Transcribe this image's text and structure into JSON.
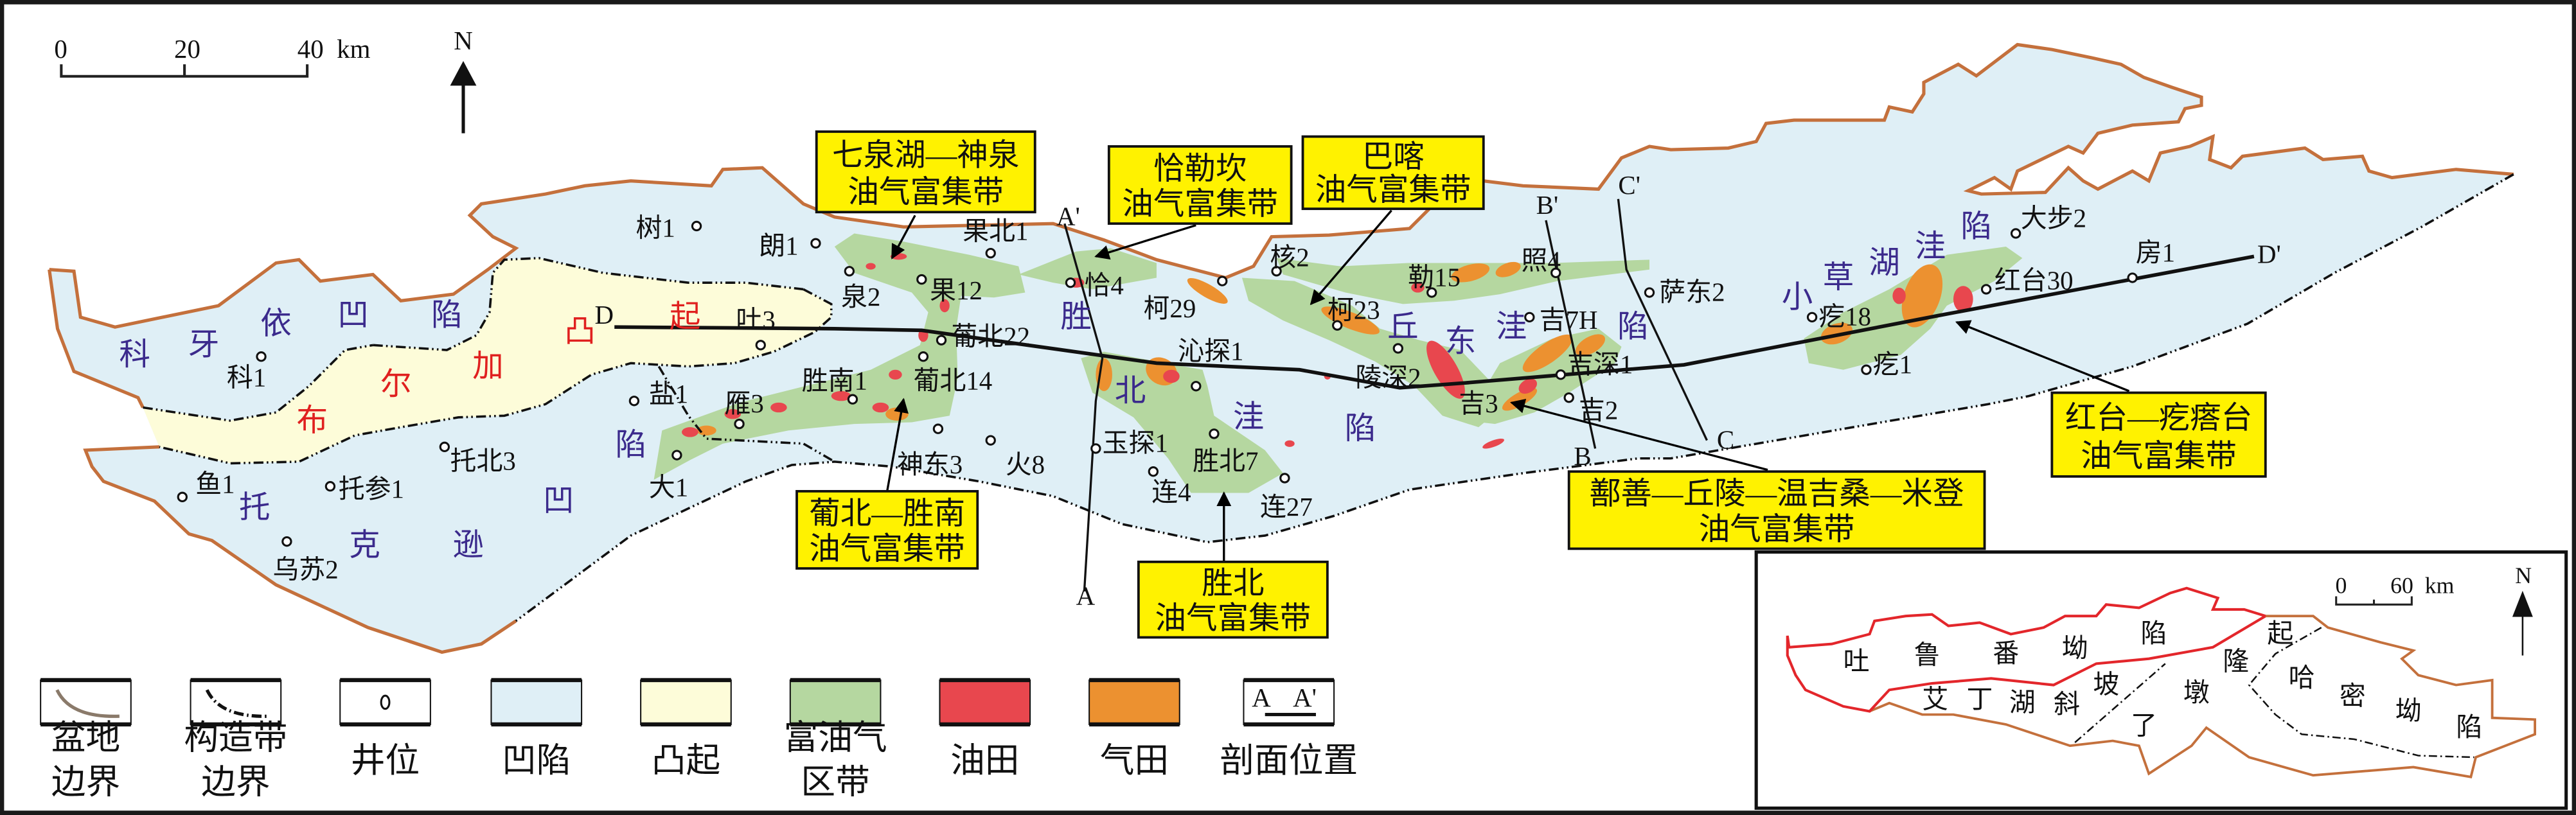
{
  "colors": {
    "basin_boundary": "#c4703c",
    "depression": "#dfeff6",
    "uplift": "#fdfcd9",
    "rich_zone": "#b5d7a0",
    "oil_field": "#e8474e",
    "gas_field": "#ec9130",
    "callout_box": "#fff200",
    "region_label": "#3b2a8c",
    "uplift_label": "#e0201f",
    "inset_turpan": "#e3262b"
  },
  "scale_bar": {
    "ticks": [
      "0",
      "20",
      "40"
    ],
    "unit": "km"
  },
  "north_label": "N",
  "regions": [
    {
      "chars": [
        "科",
        "牙",
        "依",
        "凹",
        "陷"
      ]
    },
    {
      "chars": [
        "布",
        "尔",
        "加",
        "凸",
        "起"
      ]
    },
    {
      "chars": [
        "托",
        "克",
        "逊",
        "凹",
        "陷"
      ]
    },
    {
      "chars": [
        "胜",
        "北",
        "洼",
        "陷"
      ]
    },
    {
      "chars": [
        "丘",
        "东",
        "洼",
        "陷"
      ]
    },
    {
      "chars": [
        "小",
        "草",
        "湖",
        "洼",
        "陷"
      ]
    }
  ],
  "wells": [
    "树1",
    "朗1",
    "泉2",
    "果北1",
    "果12",
    "吐3",
    "葡北22",
    "葡北14",
    "科1",
    "盐1",
    "雁3",
    "胜南1",
    "大1",
    "托北3",
    "鱼1",
    "托参1",
    "乌苏2",
    "神东3",
    "火8",
    "恰4",
    "柯29",
    "沁探1",
    "玉探1",
    "胜北7",
    "连4",
    "连27",
    "核2",
    "柯23",
    "勒15",
    "照4",
    "吉7H",
    "吉深1",
    "吉2",
    "吉3",
    "陵深2",
    "萨东2",
    "大步2",
    "房1",
    "红台30",
    "疙18",
    "疙1"
  ],
  "sections": [
    "A'",
    "A",
    "B'",
    "B",
    "C'",
    "C",
    "D",
    "D'"
  ],
  "callouts": [
    {
      "lines": [
        "七泉湖—神泉",
        "油气富集带"
      ]
    },
    {
      "lines": [
        "恰勒坎",
        "油气富集带"
      ]
    },
    {
      "lines": [
        "巴喀",
        "油气富集带"
      ]
    },
    {
      "lines": [
        "葡北—胜南",
        "油气富集带"
      ]
    },
    {
      "lines": [
        "胜北",
        "油气富集带"
      ]
    },
    {
      "lines": [
        "鄯善—丘陵—温吉桑—米登",
        "油气富集带"
      ]
    },
    {
      "lines": [
        "红台—疙瘩台",
        "油气富集带"
      ]
    }
  ],
  "legend": [
    {
      "lines": [
        "盆地",
        "边界"
      ]
    },
    {
      "lines": [
        "构造带",
        "边界"
      ]
    },
    {
      "lines": [
        "井位"
      ]
    },
    {
      "lines": [
        "凹陷"
      ]
    },
    {
      "lines": [
        "凸起"
      ]
    },
    {
      "lines": [
        "富油气",
        "区带"
      ]
    },
    {
      "lines": [
        "油田"
      ]
    },
    {
      "lines": [
        "气田"
      ]
    },
    {
      "lines": [
        "剖面位置"
      ]
    }
  ],
  "legend_section_sample": [
    "A",
    "A'"
  ],
  "inset": {
    "scale_bar": {
      "ticks": [
        "0",
        "60"
      ],
      "unit": "km"
    },
    "north_label": "N",
    "units": [
      {
        "chars": [
          "吐",
          "鲁",
          "番",
          "坳",
          "陷"
        ]
      },
      {
        "chars": [
          "艾",
          "丁",
          "湖",
          "斜",
          "坡"
        ]
      },
      {
        "chars": [
          "了",
          "墩",
          "隆",
          "起"
        ]
      },
      {
        "chars": [
          "哈",
          "密",
          "坳",
          "陷"
        ]
      }
    ]
  }
}
